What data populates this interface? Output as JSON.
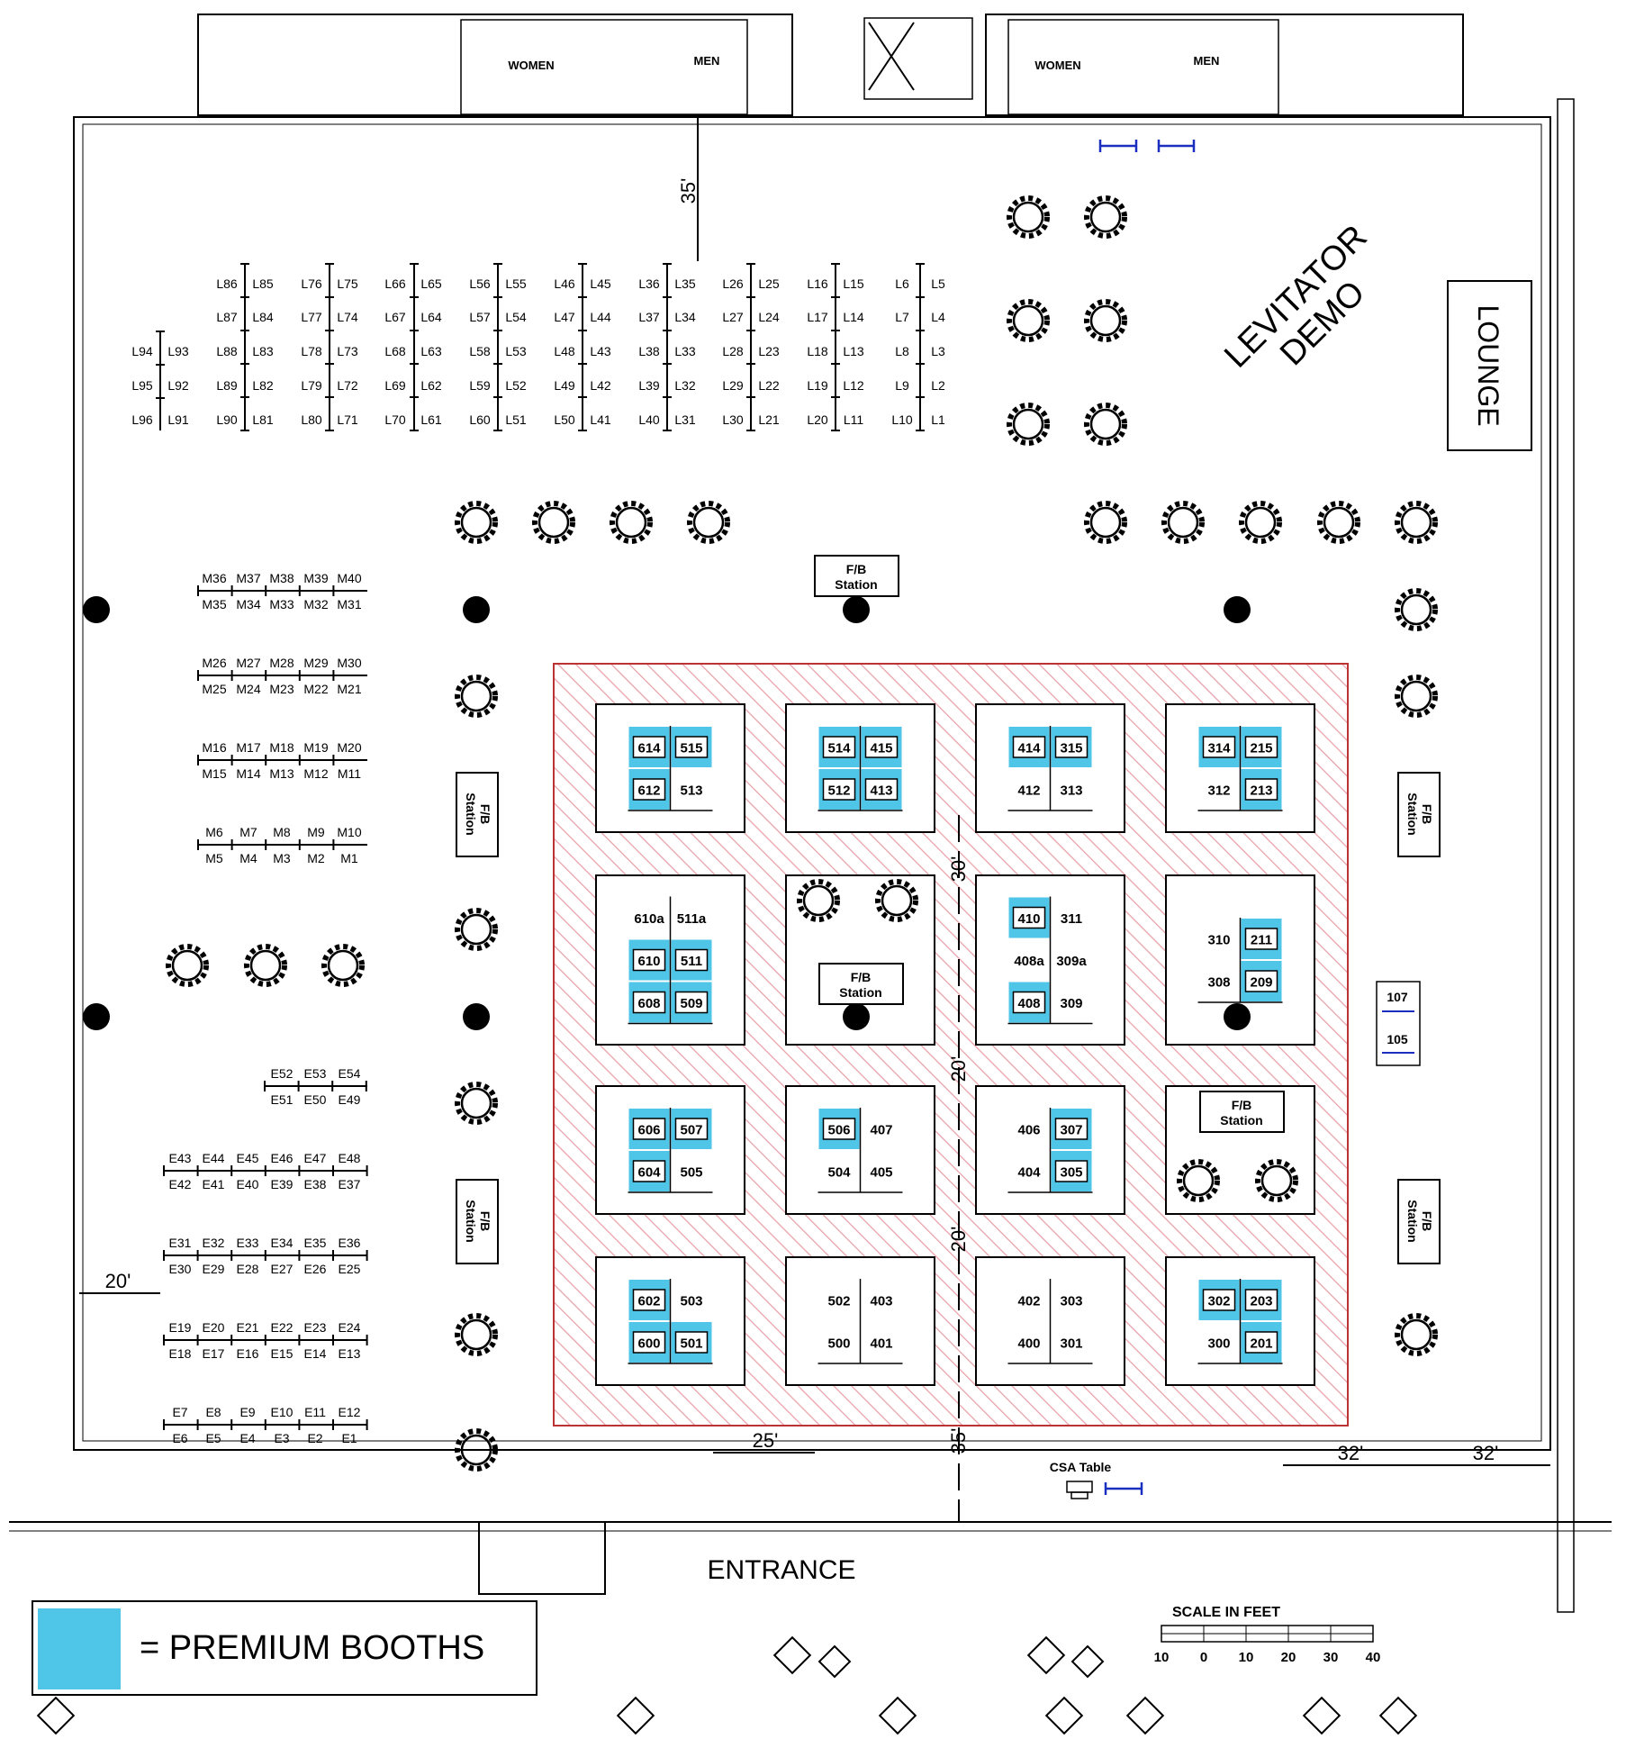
{
  "colors": {
    "premium": "#4fc5e8",
    "hatch": "#e8a0a8",
    "line": "#000000",
    "blue_marker": "#1a2fbf"
  },
  "labels": {
    "levitator_line1": "LEVITATOR",
    "levitator_line2": "DEMO",
    "lounge": "LOUNGE",
    "entrance": "ENTRANCE",
    "fb_line1": "F/B",
    "fb_line2": "Station",
    "csa_table": "CSA Table",
    "women": "WOMEN",
    "men": "MEN",
    "legend_text": "= PREMIUM BOOTHS",
    "scale_title": "SCALE IN FEET",
    "scale_ticks": [
      "10",
      "0",
      "10",
      "20",
      "30",
      "40"
    ]
  },
  "dimensions": [
    "35'",
    "30'",
    "20'",
    "20'",
    "35'",
    "25'",
    "20'",
    "32'",
    "32'"
  ],
  "lseries_rows": [
    [
      "L86",
      "L85",
      "L76",
      "L75",
      "L66",
      "L65",
      "L56",
      "L55",
      "L46",
      "L45",
      "L36",
      "L35",
      "L26",
      "L25",
      "L16",
      "L15",
      "L6",
      "L5"
    ],
    [
      "L87",
      "L84",
      "L77",
      "L74",
      "L67",
      "L64",
      "L57",
      "L54",
      "L47",
      "L44",
      "L37",
      "L34",
      "L27",
      "L24",
      "L17",
      "L14",
      "L7",
      "L4"
    ],
    [
      "L94",
      "L93",
      "L88",
      "L83",
      "L78",
      "L73",
      "L68",
      "L63",
      "L58",
      "L53",
      "L48",
      "L43",
      "L38",
      "L33",
      "L28",
      "L23",
      "L18",
      "L13",
      "L8",
      "L3"
    ],
    [
      "L95",
      "L92",
      "L89",
      "L82",
      "L79",
      "L72",
      "L69",
      "L62",
      "L59",
      "L52",
      "L49",
      "L42",
      "L39",
      "L32",
      "L29",
      "L22",
      "L19",
      "L12",
      "L9",
      "L2"
    ],
    [
      "L96",
      "L91",
      "L90",
      "L81",
      "L80",
      "L71",
      "L70",
      "L61",
      "L60",
      "L51",
      "L50",
      "L41",
      "L40",
      "L31",
      "L30",
      "L21",
      "L20",
      "L11",
      "L10",
      "L1"
    ]
  ],
  "mseries_rows": [
    [
      "M36",
      "M37",
      "M38",
      "M39",
      "M40"
    ],
    [
      "M35",
      "M34",
      "M33",
      "M32",
      "M31"
    ],
    [
      "M26",
      "M27",
      "M28",
      "M29",
      "M30"
    ],
    [
      "M25",
      "M24",
      "M23",
      "M22",
      "M21"
    ],
    [
      "M16",
      "M17",
      "M18",
      "M19",
      "M20"
    ],
    [
      "M15",
      "M14",
      "M13",
      "M12",
      "M11"
    ],
    [
      "M6",
      "M7",
      "M8",
      "M9",
      "M10"
    ],
    [
      "M5",
      "M4",
      "M3",
      "M2",
      "M1"
    ]
  ],
  "eseries_rows": [
    [
      "E52",
      "E53",
      "E54"
    ],
    [
      "E51",
      "E50",
      "E49"
    ],
    [
      "E43",
      "E44",
      "E45",
      "E46",
      "E47",
      "E48"
    ],
    [
      "E42",
      "E41",
      "E40",
      "E39",
      "E38",
      "E37"
    ],
    [
      "E31",
      "E32",
      "E33",
      "E34",
      "E35",
      "E36"
    ],
    [
      "E30",
      "E29",
      "E28",
      "E27",
      "E26",
      "E25"
    ],
    [
      "E19",
      "E20",
      "E21",
      "E22",
      "E23",
      "E24"
    ],
    [
      "E18",
      "E17",
      "E16",
      "E15",
      "E14",
      "E13"
    ],
    [
      "E7",
      "E8",
      "E9",
      "E10",
      "E11",
      "E12"
    ],
    [
      "E6",
      "E5",
      "E4",
      "E3",
      "E2",
      "E1"
    ]
  ],
  "booth_blocks": [
    {
      "booths": [
        [
          "614",
          "515"
        ],
        [
          "612",
          "513"
        ]
      ],
      "premium": [
        [
          "614",
          "515"
        ],
        [
          "612"
        ]
      ]
    },
    {
      "booths": [
        [
          "514",
          "415"
        ],
        [
          "512",
          "413"
        ]
      ],
      "premium": [
        [
          "514",
          "415"
        ],
        [
          "512",
          "413"
        ]
      ]
    },
    {
      "booths": [
        [
          "414",
          "315"
        ],
        [
          "412",
          "313"
        ]
      ],
      "premium": [
        [
          "414",
          "315"
        ]
      ]
    },
    {
      "booths": [
        [
          "314",
          "215"
        ],
        [
          "312",
          "213"
        ]
      ],
      "premium": [
        [
          "314",
          "215"
        ],
        [
          "213"
        ]
      ]
    },
    {
      "booths": [
        [
          "610a",
          "511a"
        ],
        [
          "610",
          "511"
        ],
        [
          "608",
          "509"
        ]
      ],
      "premium": [
        [
          "610",
          "511"
        ],
        [
          "608",
          "509"
        ]
      ]
    },
    {
      "booths": [],
      "premium": []
    },
    {
      "booths": [
        [
          "410",
          "311"
        ],
        [
          "408a",
          "309a"
        ],
        [
          "408",
          "309"
        ]
      ],
      "premium": [
        [
          "410"
        ],
        [
          "408"
        ]
      ]
    },
    {
      "booths": [
        [
          "310",
          "211"
        ],
        [
          "308",
          "209"
        ]
      ],
      "premium": [
        [
          "211"
        ],
        [
          "209"
        ]
      ]
    },
    {
      "booths": [
        [
          "606",
          "507"
        ],
        [
          "604",
          "505"
        ]
      ],
      "premium": [
        [
          "606",
          "507"
        ],
        [
          "604"
        ]
      ]
    },
    {
      "booths": [
        [
          "506",
          "407"
        ],
        [
          "504",
          "405"
        ]
      ],
      "premium": [
        [
          "506"
        ]
      ]
    },
    {
      "booths": [
        [
          "406",
          "307"
        ],
        [
          "404",
          "305"
        ]
      ],
      "premium": [
        [
          "307"
        ],
        [
          "305"
        ]
      ]
    },
    {
      "booths": [],
      "premium": []
    },
    {
      "booths": [
        [
          "602",
          "503"
        ],
        [
          "600",
          "501"
        ]
      ],
      "premium": [
        [
          "602"
        ],
        [
          "600",
          "501"
        ]
      ]
    },
    {
      "booths": [
        [
          "502",
          "403"
        ],
        [
          "500",
          "401"
        ]
      ],
      "premium": []
    },
    {
      "booths": [
        [
          "402",
          "303"
        ],
        [
          "400",
          "301"
        ]
      ],
      "premium": []
    },
    {
      "booths": [
        [
          "302",
          "203"
        ],
        [
          "300",
          "201"
        ]
      ],
      "premium": [
        [
          "302",
          "203"
        ],
        [
          "201"
        ]
      ]
    }
  ],
  "side_booths": [
    "107",
    "105"
  ]
}
